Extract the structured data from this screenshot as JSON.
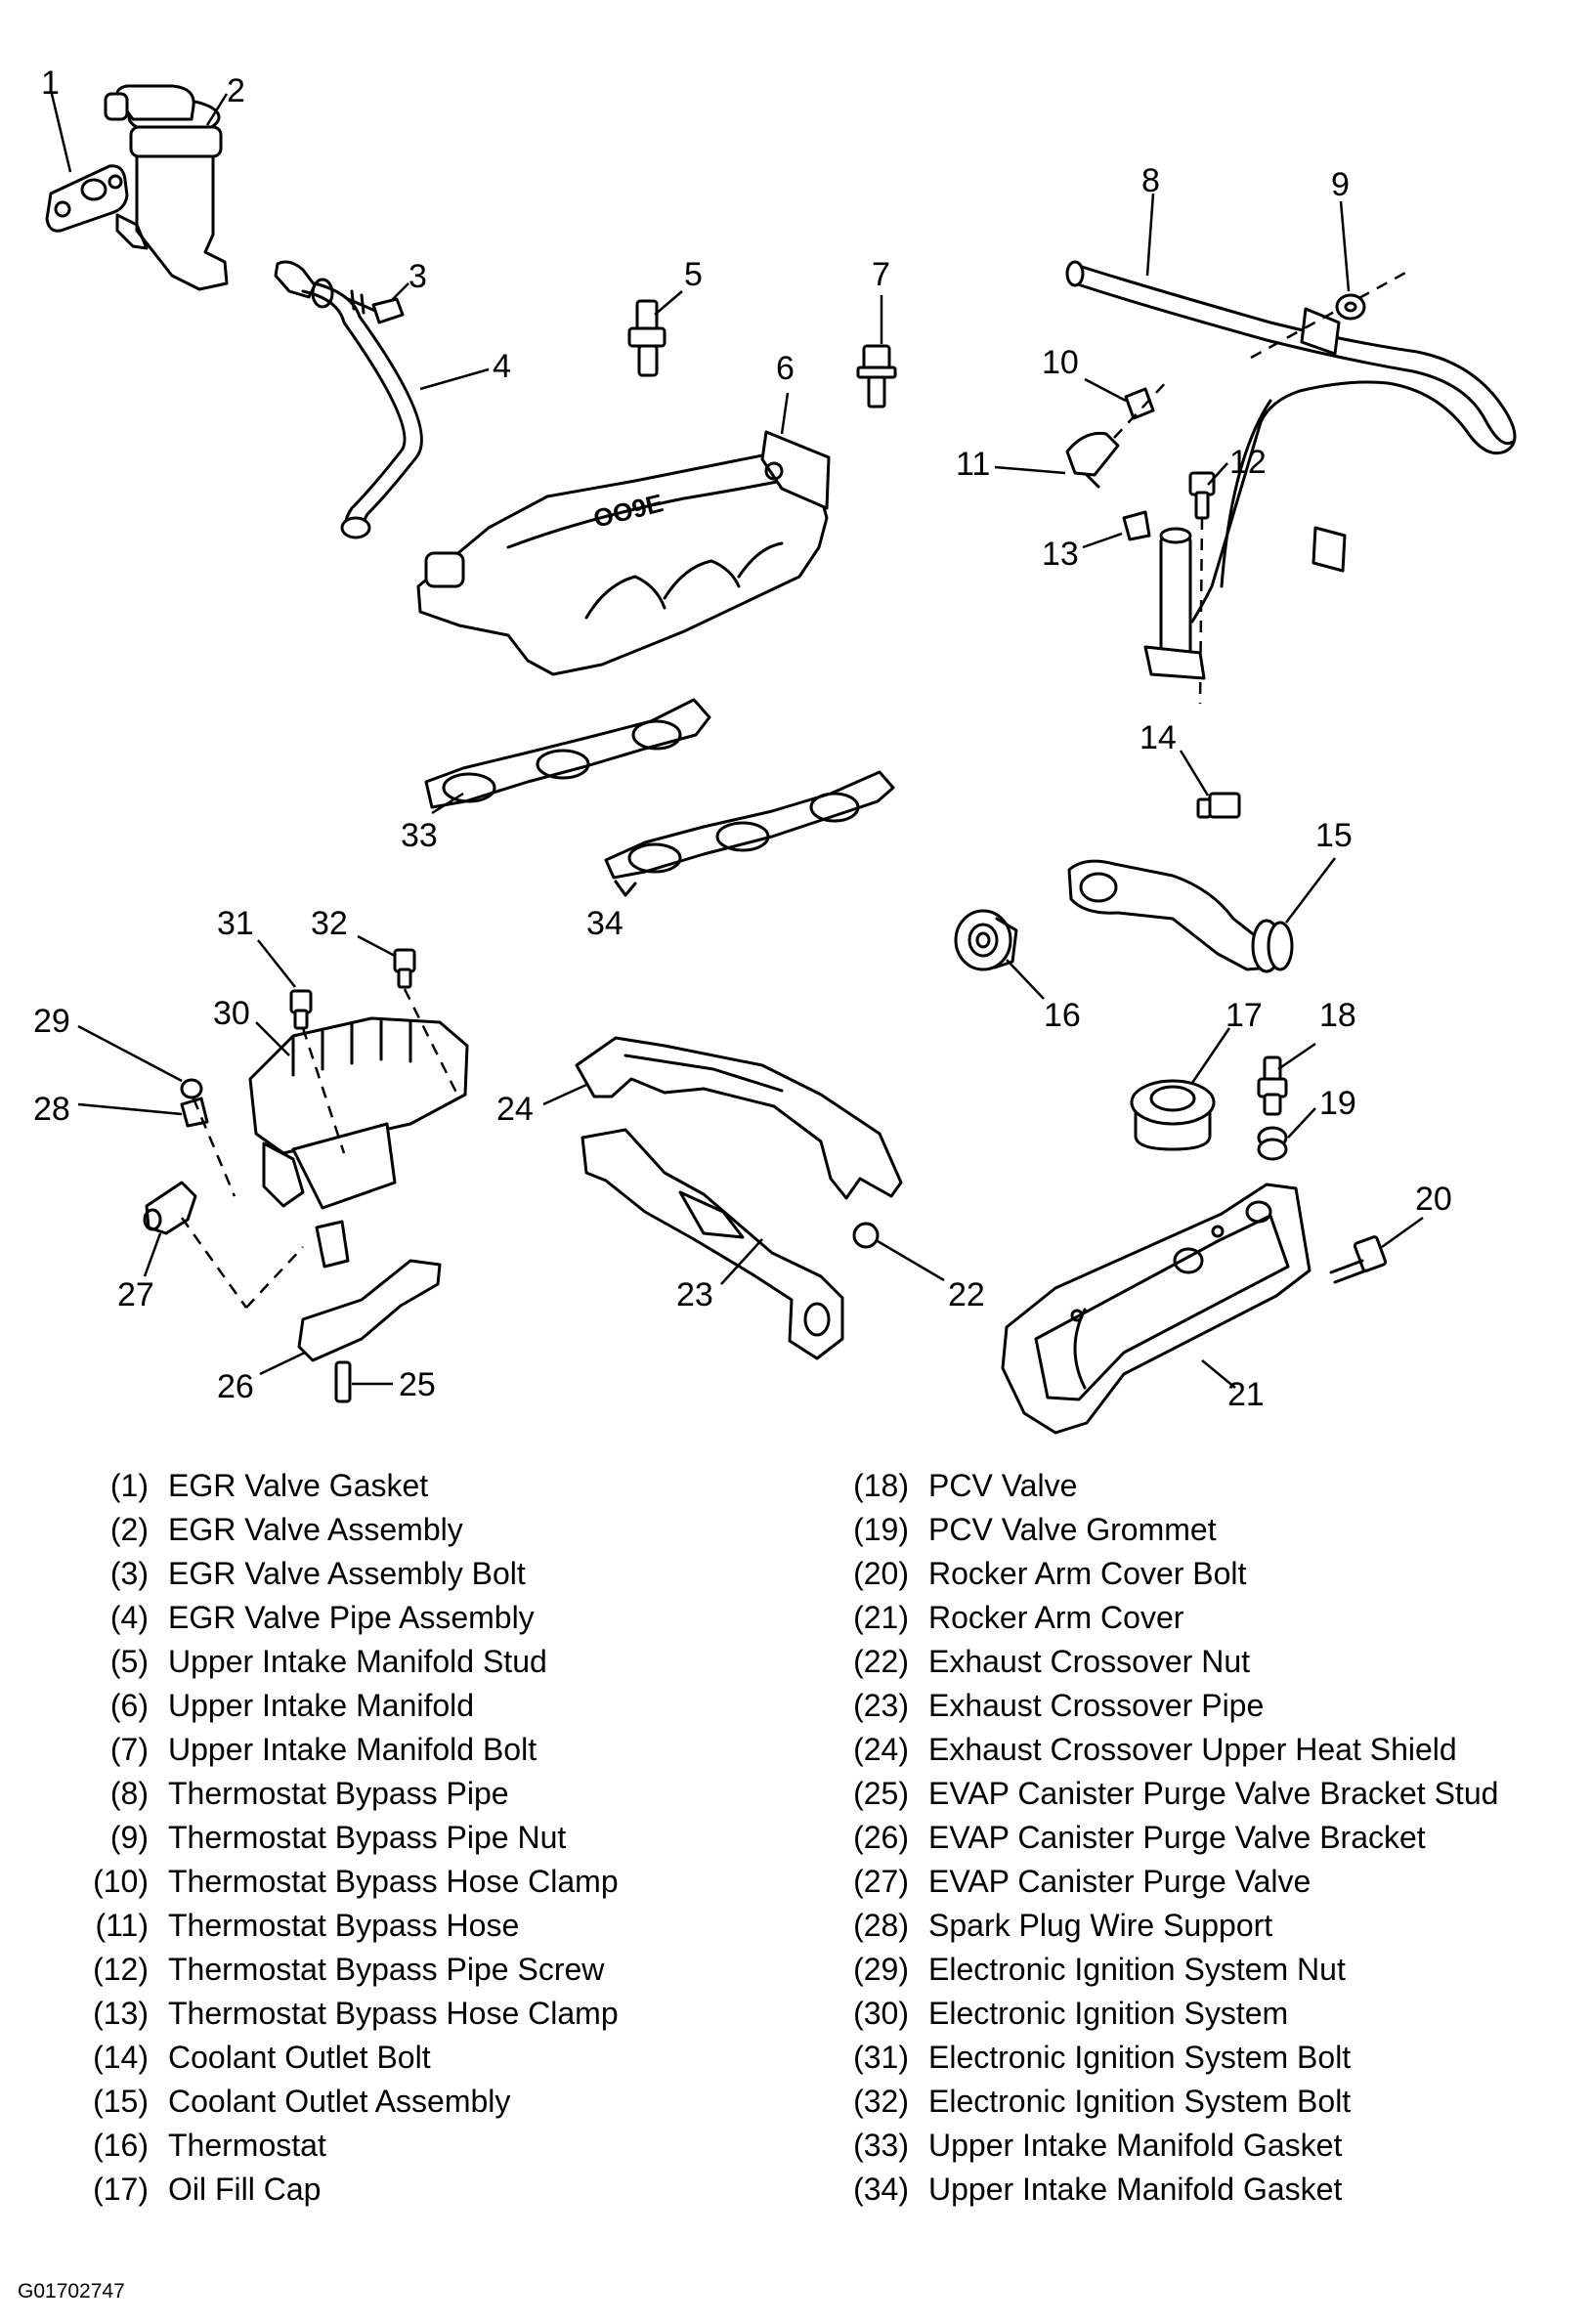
{
  "callouts": [
    "1",
    "2",
    "3",
    "4",
    "5",
    "6",
    "7",
    "8",
    "9",
    "10",
    "11",
    "12",
    "13",
    "14",
    "15",
    "16",
    "17",
    "18",
    "19",
    "20",
    "21",
    "22",
    "23",
    "24",
    "25",
    "26",
    "27",
    "28",
    "29",
    "30",
    "31",
    "32",
    "33",
    "34"
  ],
  "legend": {
    "left": [
      {
        "num": "(1)",
        "label": "EGR Valve Gasket"
      },
      {
        "num": "(2)",
        "label": "EGR Valve Assembly"
      },
      {
        "num": "(3)",
        "label": "EGR Valve Assembly Bolt"
      },
      {
        "num": "(4)",
        "label": "EGR Valve Pipe Assembly"
      },
      {
        "num": "(5)",
        "label": "Upper Intake Manifold Stud"
      },
      {
        "num": "(6)",
        "label": "Upper Intake Manifold"
      },
      {
        "num": "(7)",
        "label": "Upper Intake Manifold Bolt"
      },
      {
        "num": "(8)",
        "label": "Thermostat Bypass Pipe"
      },
      {
        "num": "(9)",
        "label": "Thermostat Bypass Pipe Nut"
      },
      {
        "num": "(10)",
        "label": "Thermostat Bypass Hose Clamp"
      },
      {
        "num": "(11)",
        "label": "Thermostat Bypass Hose"
      },
      {
        "num": "(12)",
        "label": "Thermostat Bypass Pipe Screw"
      },
      {
        "num": "(13)",
        "label": "Thermostat Bypass Hose Clamp"
      },
      {
        "num": "(14)",
        "label": "Coolant Outlet Bolt"
      },
      {
        "num": "(15)",
        "label": "Coolant Outlet Assembly"
      },
      {
        "num": "(16)",
        "label": "Thermostat"
      },
      {
        "num": "(17)",
        "label": "Oil Fill Cap"
      }
    ],
    "right": [
      {
        "num": "(18)",
        "label": "PCV Valve"
      },
      {
        "num": "(19)",
        "label": "PCV Valve Grommet"
      },
      {
        "num": "(20)",
        "label": "Rocker Arm Cover Bolt"
      },
      {
        "num": "(21)",
        "label": "Rocker Arm Cover"
      },
      {
        "num": "(22)",
        "label": "Exhaust Crossover Nut"
      },
      {
        "num": "(23)",
        "label": "Exhaust Crossover Pipe"
      },
      {
        "num": "(24)",
        "label": "Exhaust Crossover Upper Heat Shield"
      },
      {
        "num": "(25)",
        "label": "EVAP Canister Purge Valve Bracket Stud"
      },
      {
        "num": "(26)",
        "label": "EVAP Canister Purge Valve Bracket"
      },
      {
        "num": "(27)",
        "label": "EVAP Canister Purge Valve"
      },
      {
        "num": "(28)",
        "label": "Spark Plug Wire Support"
      },
      {
        "num": "(29)",
        "label": "Electronic Ignition System Nut"
      },
      {
        "num": "(30)",
        "label": "Electronic Ignition System"
      },
      {
        "num": "(31)",
        "label": "Electronic Ignition System Bolt"
      },
      {
        "num": "(32)",
        "label": "Electronic Ignition System Bolt"
      },
      {
        "num": "(33)",
        "label": "Upper Intake Manifold Gasket"
      },
      {
        "num": "(34)",
        "label": "Upper Intake Manifold Gasket"
      }
    ]
  },
  "figure_code": "G01702747"
}
